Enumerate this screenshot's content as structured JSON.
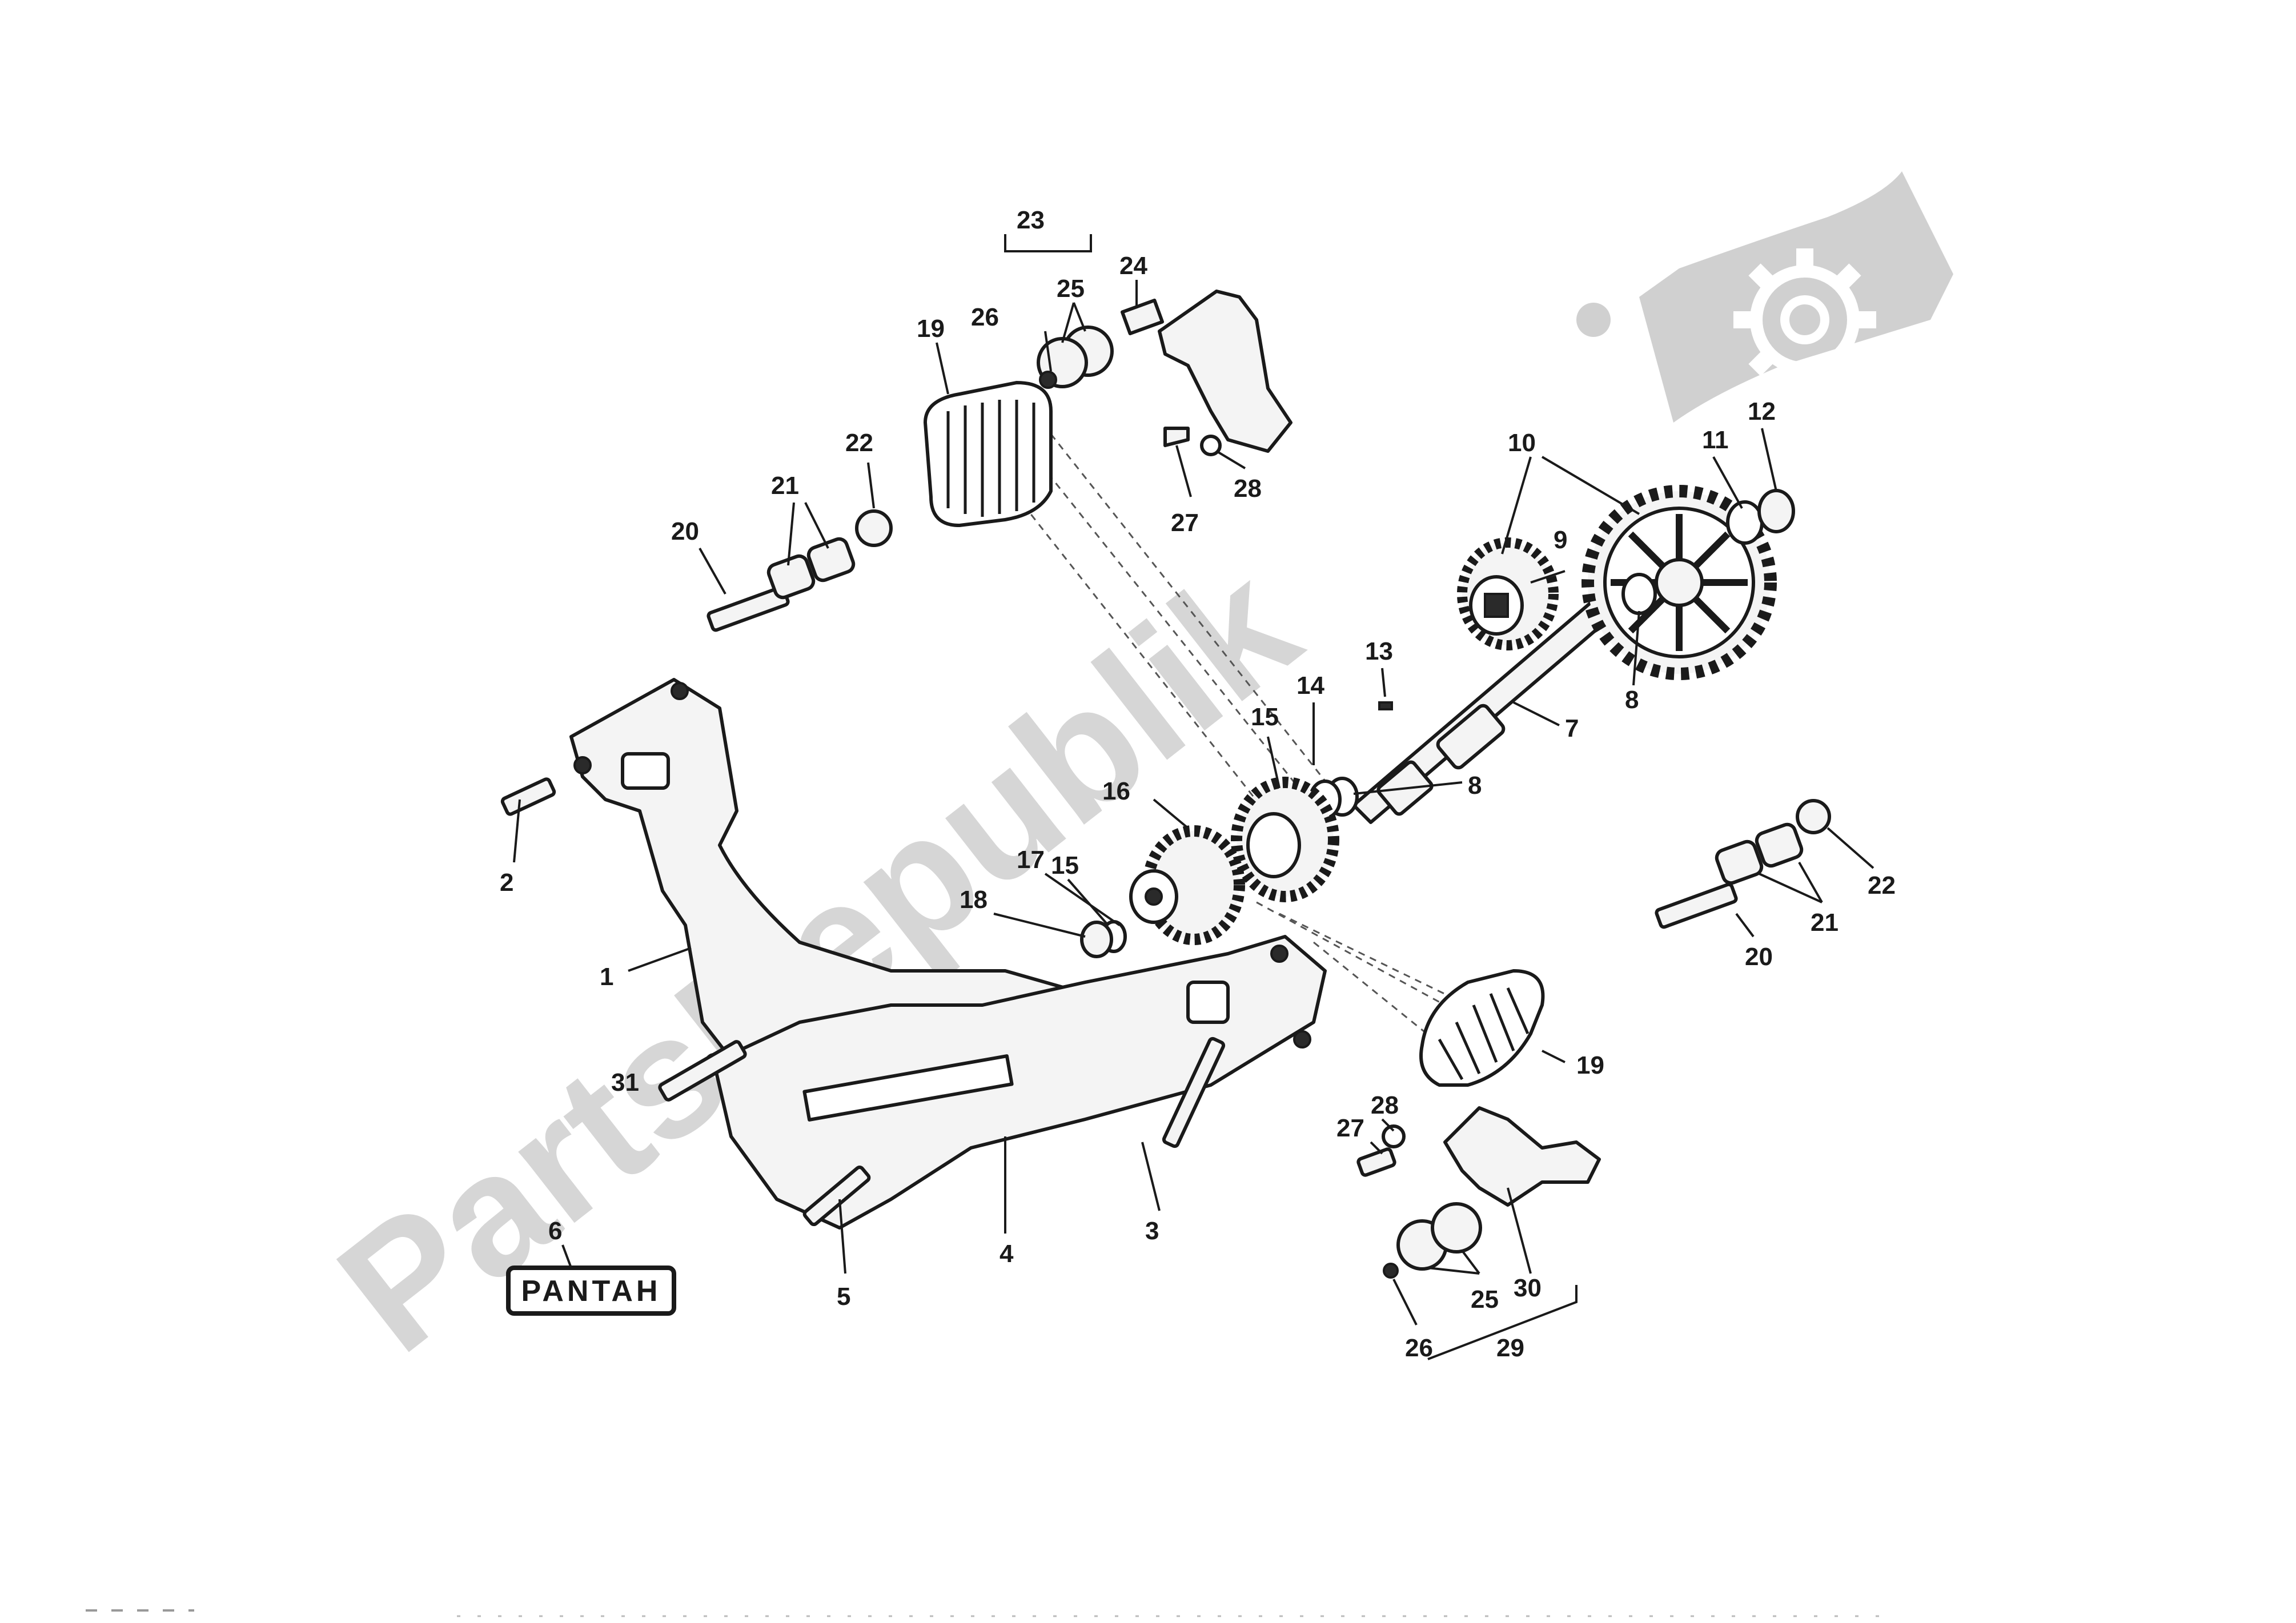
{
  "callouts": [
    {
      "label": "1"
    },
    {
      "label": "2"
    },
    {
      "label": "3"
    },
    {
      "label": "4"
    },
    {
      "label": "5"
    },
    {
      "label": "6"
    },
    {
      "label": "7"
    },
    {
      "label": "8"
    },
    {
      "label": "8"
    },
    {
      "label": "9"
    },
    {
      "label": "10"
    },
    {
      "label": "11"
    },
    {
      "label": "12"
    },
    {
      "label": "13"
    },
    {
      "label": "14"
    },
    {
      "label": "15"
    },
    {
      "label": "15"
    },
    {
      "label": "16"
    },
    {
      "label": "17"
    },
    {
      "label": "18"
    },
    {
      "label": "19"
    },
    {
      "label": "19"
    },
    {
      "label": "20"
    },
    {
      "label": "20"
    },
    {
      "label": "21"
    },
    {
      "label": "21"
    },
    {
      "label": "22"
    },
    {
      "label": "22"
    },
    {
      "label": "23"
    },
    {
      "label": "24"
    },
    {
      "label": "25"
    },
    {
      "label": "25"
    },
    {
      "label": "26"
    },
    {
      "label": "26"
    },
    {
      "label": "27"
    },
    {
      "label": "27"
    },
    {
      "label": "28"
    },
    {
      "label": "28"
    },
    {
      "label": "29"
    },
    {
      "label": "30"
    },
    {
      "label": "31"
    }
  ],
  "badge_text": "PANTAH",
  "watermark": {
    "text": "PartsRepublik",
    "icon": "gear-icon",
    "color": "#c8c8c8"
  }
}
